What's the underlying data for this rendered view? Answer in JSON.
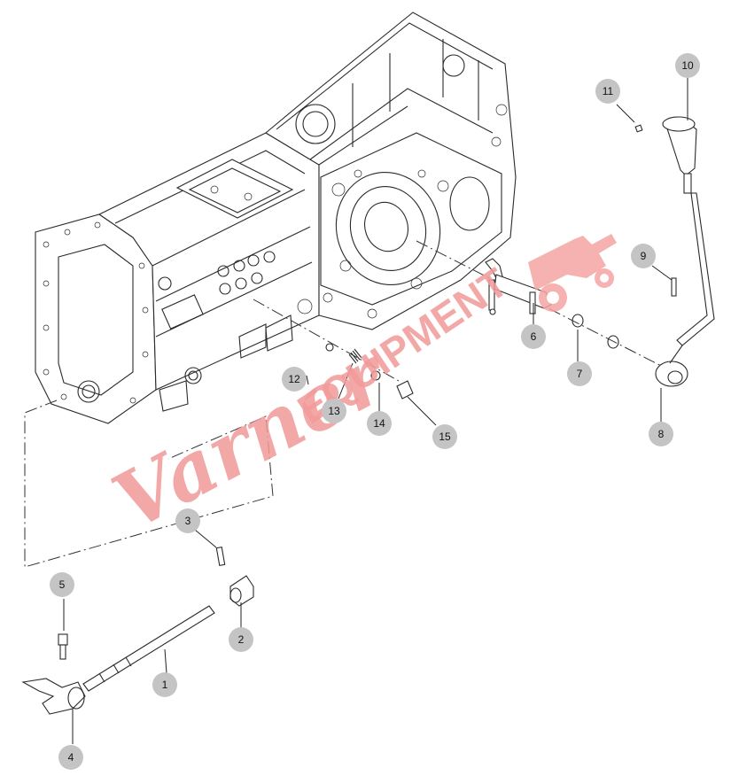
{
  "watermark": {
    "script_word": "Varner",
    "block_word": "EQUIPMENT"
  },
  "callouts": [
    {
      "id": "c1",
      "label": "1"
    },
    {
      "id": "c2",
      "label": "2"
    },
    {
      "id": "c3",
      "label": "3"
    },
    {
      "id": "c4",
      "label": "4"
    },
    {
      "id": "c5",
      "label": "5"
    },
    {
      "id": "c6",
      "label": "6"
    },
    {
      "id": "c7",
      "label": "7"
    },
    {
      "id": "c8",
      "label": "8"
    },
    {
      "id": "c9",
      "label": "9"
    },
    {
      "id": "c10",
      "label": "10"
    },
    {
      "id": "c11",
      "label": "11"
    },
    {
      "id": "c12",
      "label": "12"
    },
    {
      "id": "c13",
      "label": "13"
    },
    {
      "id": "c14",
      "label": "14"
    },
    {
      "id": "c15",
      "label": "15"
    }
  ]
}
